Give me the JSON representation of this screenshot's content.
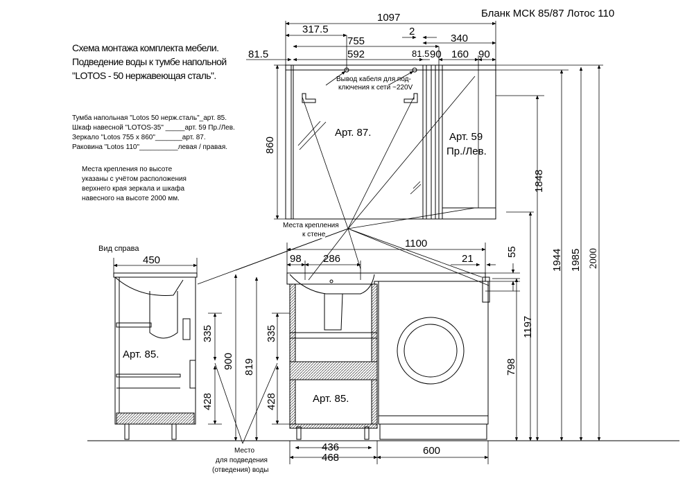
{
  "header": {
    "form_title": "Бланк МСК 85/87 Лотос 110"
  },
  "intro": {
    "line1": "Схема монтажа комплекта мебели.",
    "line2": "Подведение воды к тумбе напольной",
    "line3": "\"LOTOS - 50 нержавеющая сталь\"."
  },
  "parts": {
    "line1": "Тумба напольная \"Lotos 50 нерж.сталь\"_арт. 85.",
    "line2": "Шкаф навесной \"LOTOS-35\" _____арт. 59 Пр./Лев.",
    "line3": "Зеркало \"Lotos 755 x 860\"_______арт. 87.",
    "line4": "Раковина \"Lotos 110\"__________левая / правая."
  },
  "note": {
    "line1": "Места крепления по высоте",
    "line2": "указаны с учётом расположения",
    "line3": "верхнего края зеркала и шкафа",
    "line4": "навесного на высоте 2000 мм."
  },
  "labels": {
    "art87": "Арт. 87.",
    "art59_1": "Арт. 59",
    "art59_2": "Пр./Лев.",
    "art85_side": "Арт. 85.",
    "art85_front": "Арт. 85.",
    "side_view": "Вид  справа",
    "cable_1": "Вывод кабеля для под-",
    "cable_2": "ключения к сети ~220V",
    "mount_1": "Места крепления",
    "mount_2": "к стене",
    "water_1": "Место",
    "water_2": "для подведения",
    "water_3": "(отведения) воды"
  },
  "dimensions": {
    "d1097": "1097",
    "d317_5": "317.5",
    "d2": "2",
    "d340": "340",
    "d755": "755",
    "d81_5_left": "81.5",
    "d592": "592",
    "d81_5_right": "81.5",
    "d90_a": "90",
    "d160": "160",
    "d90_b": "90",
    "d860": "860",
    "d1848": "1848",
    "d1944": "1944",
    "d1985": "1985",
    "d2000": "2000",
    "d450": "450",
    "d1100": "1100",
    "d98": "98",
    "d286": "286",
    "d21": "21",
    "d55": "55",
    "d335_side": "335",
    "d428_side": "428",
    "d900": "900",
    "d819": "819",
    "d335_front": "335",
    "d428_front": "428",
    "d1197": "1197",
    "d798": "798",
    "d436": "436",
    "d468": "468",
    "d600": "600"
  }
}
